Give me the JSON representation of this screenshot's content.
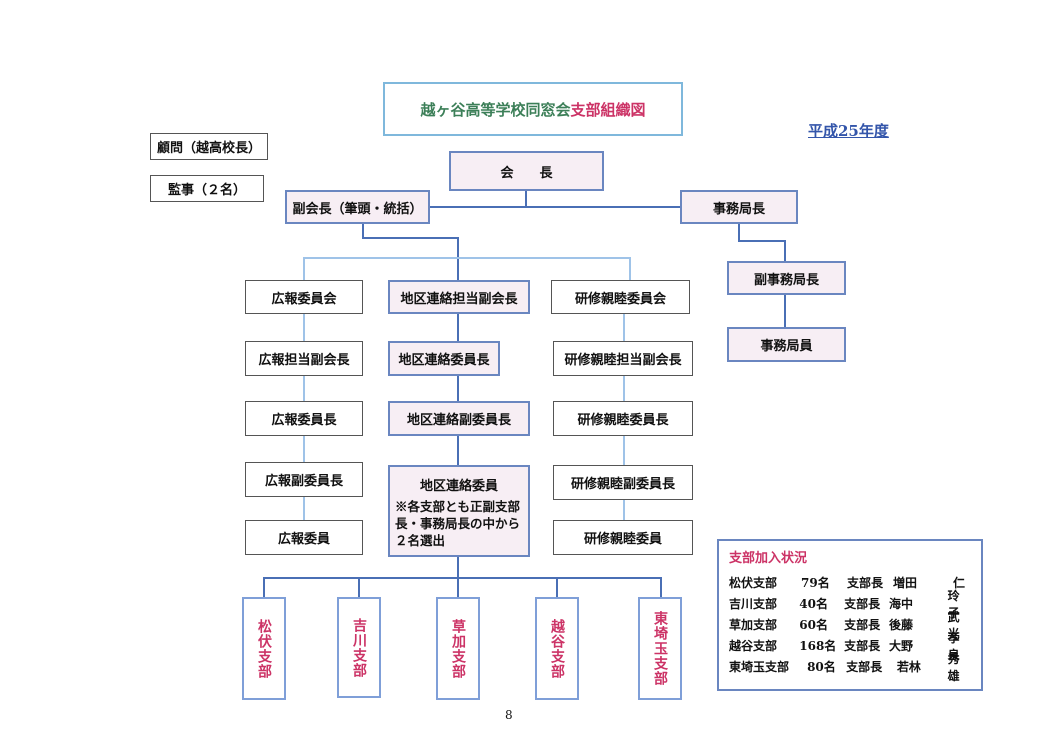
{
  "title": {
    "part1": "越ヶ谷高等学校同窓会",
    "part2": "支部組織図"
  },
  "year": "平成25年度",
  "side": {
    "advisor": "顧問（越高校長）",
    "auditor": "監事（２名）"
  },
  "top": {
    "president": "会　　長",
    "vice_president": "副会長（筆頭・統括）",
    "secretary_general": "事務局長"
  },
  "secretariat": {
    "deputy": "副事務局長",
    "staff": "事務局員"
  },
  "pr": [
    "広報委員会",
    "広報担当副会長",
    "広報委員長",
    "広報副委員長",
    "広報委員"
  ],
  "district": {
    "items": [
      "地区連絡担当副会長",
      "地区連絡委員長",
      "地区連絡副委員長"
    ],
    "member_title": "地区連絡委員",
    "member_note": "※各支部とも正副支部長・事務局長の中から２名選出"
  },
  "training": [
    "研修親睦委員会",
    "研修親睦担当副会長",
    "研修親睦委員長",
    "研修親睦副委員長",
    "研修親睦委員"
  ],
  "branches": [
    "松伏支部",
    "吉川支部",
    "草加支部",
    "越谷支部",
    "東埼玉支部"
  ],
  "membership": {
    "title": "支部加入状況",
    "rows": [
      {
        "branch": "松伏支部",
        "count": "79名",
        "role": "支部長",
        "surname": "増田",
        "given": "仁"
      },
      {
        "branch": "吉川支部",
        "count": "40名",
        "role": "支部長",
        "surname": "海中",
        "given": "玲子"
      },
      {
        "branch": "草加支部",
        "count": "60名",
        "role": "支部長",
        "surname": "後藤",
        "given": "武光"
      },
      {
        "branch": "越谷支部",
        "count": "168名",
        "role": "支部長",
        "surname": "大野",
        "given": "孝良"
      },
      {
        "branch": "東埼玉支部",
        "count": "80名",
        "role": "支部長",
        "surname": "若林",
        "given": "秀雄"
      }
    ]
  },
  "page_number": "8"
}
